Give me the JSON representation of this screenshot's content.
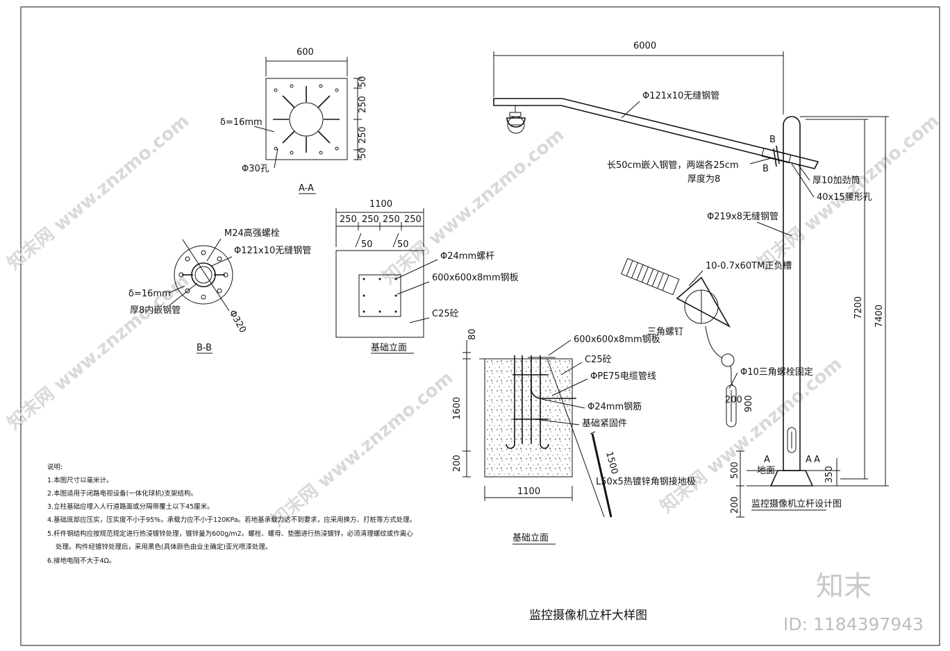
{
  "title": "监控摄像机立杆大样图",
  "watermark": {
    "site": "知末网 www.znzmo.com",
    "logo": "知末",
    "id": "ID: 1184397943"
  },
  "view_aa": {
    "caption": "A-A",
    "width": "600",
    "dims_right": [
      "50",
      "250",
      "250",
      "50"
    ],
    "plate": "δ=16mm",
    "hole": "Φ30孔"
  },
  "view_bb": {
    "caption": "B-B",
    "bolt": "M24高强螺栓",
    "pipe": "Φ121x10无缝钢管",
    "plate": "δ=16mm",
    "inner": "厚8内嵌钢管",
    "dia": "Φ320"
  },
  "foundation_plan": {
    "caption": "基础立面",
    "width": "1100",
    "dims": [
      "250",
      "250",
      "250",
      "250"
    ],
    "sub_dims": [
      "50",
      "50"
    ],
    "bolt": "Φ24mm螺杆",
    "plate": "600x600x8mm钢板",
    "concrete": "C25砼"
  },
  "foundation_section": {
    "caption": "基础立面",
    "plate": "600x600x8mm钢板",
    "concrete": "C25砼",
    "conduit": "ΦPE75电缆管线",
    "rebar": "Φ24mm钢筋",
    "fastener": "基础紧固件",
    "ground_bar": "L50x5热镀锌角钢接地极",
    "dims": {
      "top": "80",
      "height": "1600",
      "bottom": "200",
      "width": "1100",
      "rod": "1500"
    }
  },
  "pole": {
    "caption": "监控摄像机立杆设计图",
    "arm_length": "6000",
    "arm_pipe": "Φ121x10无缝钢管",
    "sleeve": "长50cm嵌入钢管，两端各25cm",
    "sleeve_thk": "厚度为8",
    "stiffener": "厚10加劲筒",
    "slot": "40x15腰形孔",
    "main_pipe": "Φ219x8无缝钢管",
    "channel": "10-0.7x60TM正负槽",
    "screw": "三角螺钉",
    "bolt_fix": "Φ10三角螺栓固定",
    "ground": "地面",
    "sec_b": "B",
    "sec_a": "A",
    "dims": {
      "h1": "7200",
      "h2": "7400",
      "d200": "200",
      "d900": "900",
      "d500": "500",
      "d350": "350",
      "d200b": "200"
    }
  },
  "notes": {
    "heading": "说明:",
    "items": [
      "1.本图尺寸以毫米计。",
      "2.本图适用于闭路电视设备(一体化球机)支架结构。",
      "3.立柱基础应埋入人行道路面或分隔带覆土以下45厘米。",
      "4.基础底部应压实，压实度不小于95%，承载力应不小于120KPa。若地基承载力达不到要求，应采用换方、打桩等方式处理。",
      "5.杆件钢结构应按规范规定进行热浸镀锌处理，镀锌量为600g/m2。螺栓、螺母、垫圈进行热浸镀锌，必须清理螺纹或作离心",
      "处理。构件经镀锌处理后，采用黑色(具体颜色由业主确定)亚光喷漆处理。",
      "6.接地电阻不大于4Ω。"
    ]
  }
}
